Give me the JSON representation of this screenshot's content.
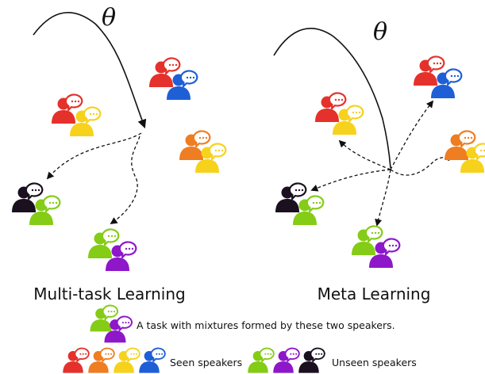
{
  "panels": {
    "left": {
      "title": "Multi-task Learning",
      "theta": "θ"
    },
    "right": {
      "title": "Meta Learning",
      "theta": "θ"
    }
  },
  "legend": {
    "task_text": "A task with mixtures formed by these two speakers.",
    "seen_label": "Seen speakers",
    "unseen_label": "Unseen speakers"
  },
  "colors": {
    "red": "#e5312b",
    "blue": "#1f5fd6",
    "yellow": "#f6d21c",
    "orange": "#ef7d21",
    "green": "#84cc16",
    "purple": "#8e17c9",
    "black": "#1a1020"
  },
  "icons": {
    "speaker": "speaker-with-speech-bubble-icon"
  }
}
